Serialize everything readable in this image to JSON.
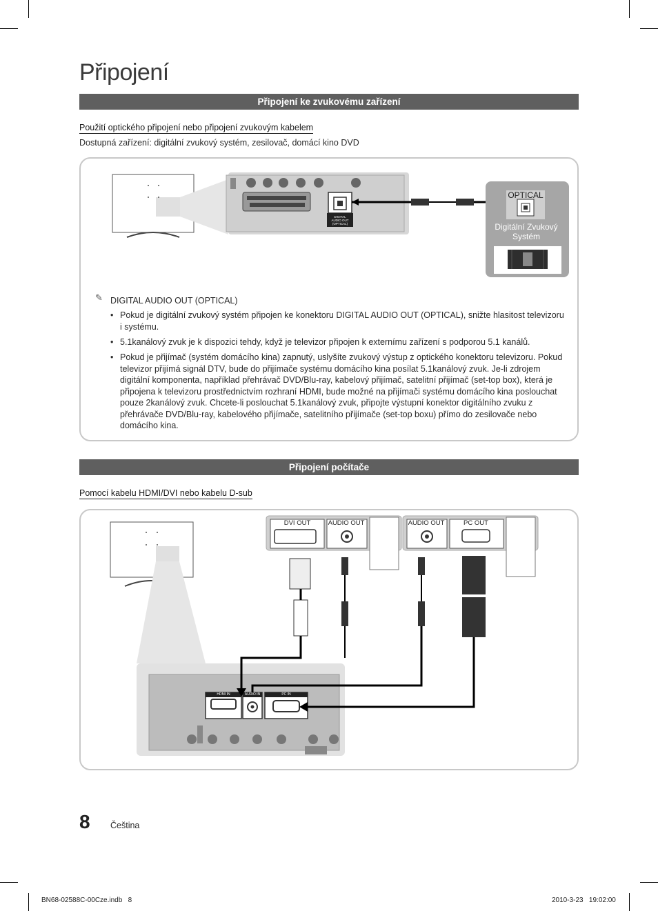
{
  "page": {
    "title": "Připojení",
    "page_number": "8",
    "language": "Čeština",
    "footer_file": "BN68-02588C-00Cze.indb   8",
    "footer_date": "2010-3-23   19:02:00"
  },
  "section_audio": {
    "bar_title": "Připojení ke zvukovému zařízení",
    "subheading": "Použití optického připojení nebo připojení zvukovým kabelem",
    "available_devices": "Dostupná zařízení: digitální zvukový systém, zesilovač, domácí kino DVD",
    "diagram": {
      "port_label_line1": "DIGITAL",
      "port_label_line2": "AUDIO OUT",
      "port_label_line3": "(OPTICAL)",
      "device_port_label": "OPTICAL",
      "device_name": "Digitální Zvukový Systém"
    },
    "note_title": "DIGITAL AUDIO OUT (OPTICAL)",
    "bullets": [
      {
        "pre": "Pokud je digitální zvukový systém připojen ke konektoru ",
        "strong": "DIGITAL AUDIO OUT (OPTICAL)",
        "post": ", snižte hlasitost televizoru i systému."
      },
      {
        "pre": "5.1kanálový zvuk je k dispozici tehdy, když je televizor připojen k externímu zařízení s podporou 5.1 kanálů.",
        "strong": "",
        "post": ""
      },
      {
        "pre": "Pokud je přijímač (systém domácího kina) zapnutý, uslyšíte zvukový výstup z optického konektoru televizoru. Pokud televizor přijímá signál DTV, bude do přijímače systému domácího kina posílat 5.1kanálový zvuk. Je-li zdrojem digitální komponenta, například přehrávač DVD/Blu-ray, kabelový přijímač, satelitní přijímač (set-top box), která je připojena k televizoru prostřednictvím rozhraní HDMI, bude možné na přijímači systému domácího kina poslouchat pouze 2kanálový zvuk. Chcete-li poslouchat 5.1kanálový zvuk, připojte výstupní konektor digitálního zvuku z přehrávače DVD/Blu-ray, kabelového přijímače, satelitního přijímače (set-top boxu) přímo do zesilovače nebo domácího kina.",
        "strong": "",
        "post": ""
      }
    ]
  },
  "section_pc": {
    "bar_title": "Připojení počítače",
    "subheading": "Pomocí kabelu HDMI/DVI nebo kabelu D-sub",
    "diagram": {
      "dvi_out": "DVI OUT",
      "audio_out_1": "AUDIO OUT",
      "audio_out_2": "AUDIO OUT",
      "pc_out": "PC OUT",
      "tv_hdmi_label": "HDMI IN",
      "tv_audio_label": "AUDIO IN",
      "tv_pcin_label": "PC IN"
    }
  }
}
